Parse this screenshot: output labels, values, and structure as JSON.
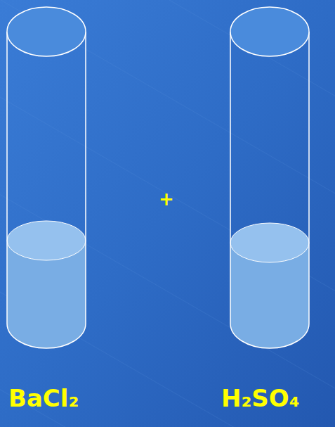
{
  "diagram": {
    "nodes": [
      {
        "text": [
          "BaCl₂"
        ]
      },
      {
        "text": [
          "H₂SO₄"
        ]
      }
    ],
    "labels": [
      "+"
    ]
  }
}
